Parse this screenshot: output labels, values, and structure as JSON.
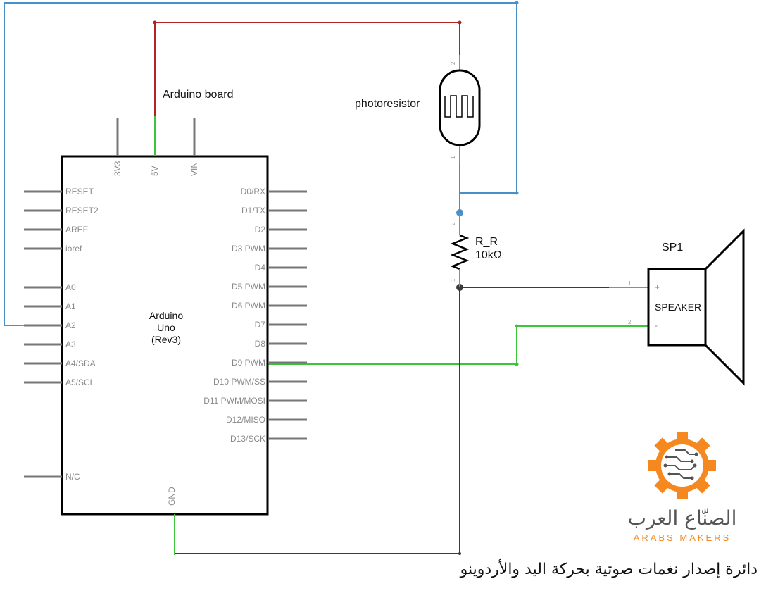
{
  "labels": {
    "arduino_board": "Arduino board",
    "board_name_1": "Arduino",
    "board_name_2": "Uno",
    "board_name_3": "(Rev3)",
    "photoresistor": "photoresistor",
    "resistor_name": "R_R",
    "resistor_value": "10kΩ",
    "speaker_ref": "SP1",
    "speaker_name": "SPEAKER",
    "speaker_plus": "+",
    "speaker_minus": "-",
    "pin_one": "1",
    "pin_two": "2"
  },
  "top_pins": [
    "3V3",
    "5V",
    "VIN"
  ],
  "bottom_pin": "GND",
  "left_pins": [
    "RESET",
    "RESET2",
    "AREF",
    "ioref",
    "A0",
    "A1",
    "A2",
    "A3",
    "A4/SDA",
    "A5/SCL",
    "N/C"
  ],
  "right_pins": [
    "D0/RX",
    "D1/TX",
    "D2",
    "D3 PWM",
    "D4",
    "D5 PWM",
    "D6 PWM",
    "D7",
    "D8",
    "D9 PWM",
    "D10 PWM/SS",
    "D11 PWM/MOSI",
    "D12/MISO",
    "D13/SCK"
  ],
  "logo": {
    "arabic_name": "الصنّاع العرب",
    "latin_name": "ARABS MAKERS",
    "color": "#f5891f"
  },
  "caption": "دائرة إصدار نغمات صوتية بحركة اليد والأردوينو",
  "colors": {
    "wire_red": "#b22222",
    "wire_blue": "#4a90c8",
    "wire_green": "#3cc43c",
    "wire_dark": "#3a3a3a"
  }
}
